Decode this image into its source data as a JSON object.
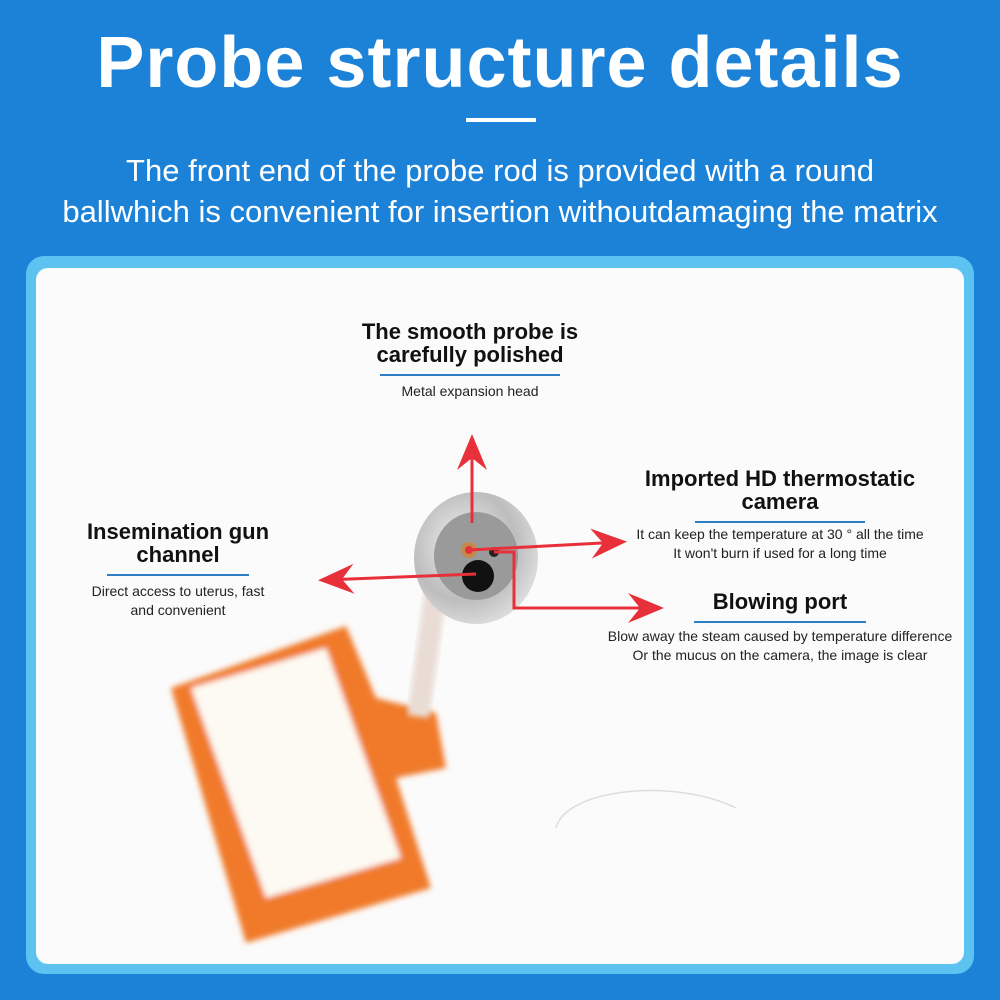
{
  "header": {
    "title": "Probe structure details",
    "subtitle_line1": "The front end of the probe rod is provided with a round",
    "subtitle_line2": "ballwhich is convenient for insertion withoutdamaging the matrix"
  },
  "callouts": [
    {
      "title1": "The smooth probe is",
      "title2": "carefully polished",
      "desc1": "Metal expansion head"
    },
    {
      "title1": "Imported HD thermostatic",
      "title2": "camera",
      "desc1": "It can keep the temperature at 30 ° all the time",
      "desc2": "It won't burn if used for a long time"
    },
    {
      "title1": "Insemination gun",
      "title2": "channel",
      "desc1": "Direct access to uterus, fast",
      "desc2": "and convenient"
    },
    {
      "title1": "Blowing port",
      "desc1": "Blow away the steam caused by temperature difference",
      "desc2": "Or the mucus on the camera, the image is clear"
    }
  ],
  "colors": {
    "background": "#1b82d8",
    "frame": "#5cc3f0",
    "arrow": "#e8303a",
    "accent_rule": "#2b7fc4"
  }
}
